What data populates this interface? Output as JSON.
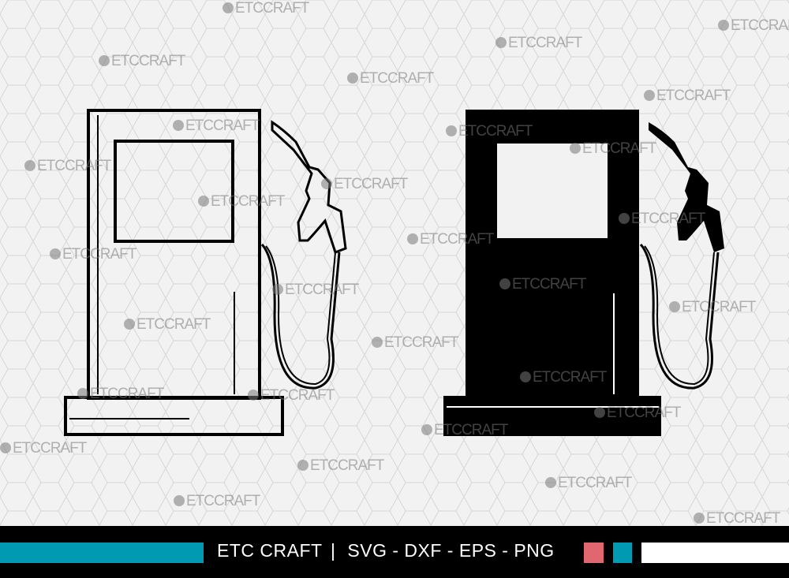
{
  "watermark": "ETCCRAFT",
  "footer": {
    "brand": "ETC CRAFT",
    "separator": "|",
    "formats": "SVG - DXF - EPS - PNG"
  },
  "colors": {
    "teal": "#009ab3",
    "pink": "#e06670",
    "background": "#f0f0f0",
    "bar": "#000000"
  }
}
